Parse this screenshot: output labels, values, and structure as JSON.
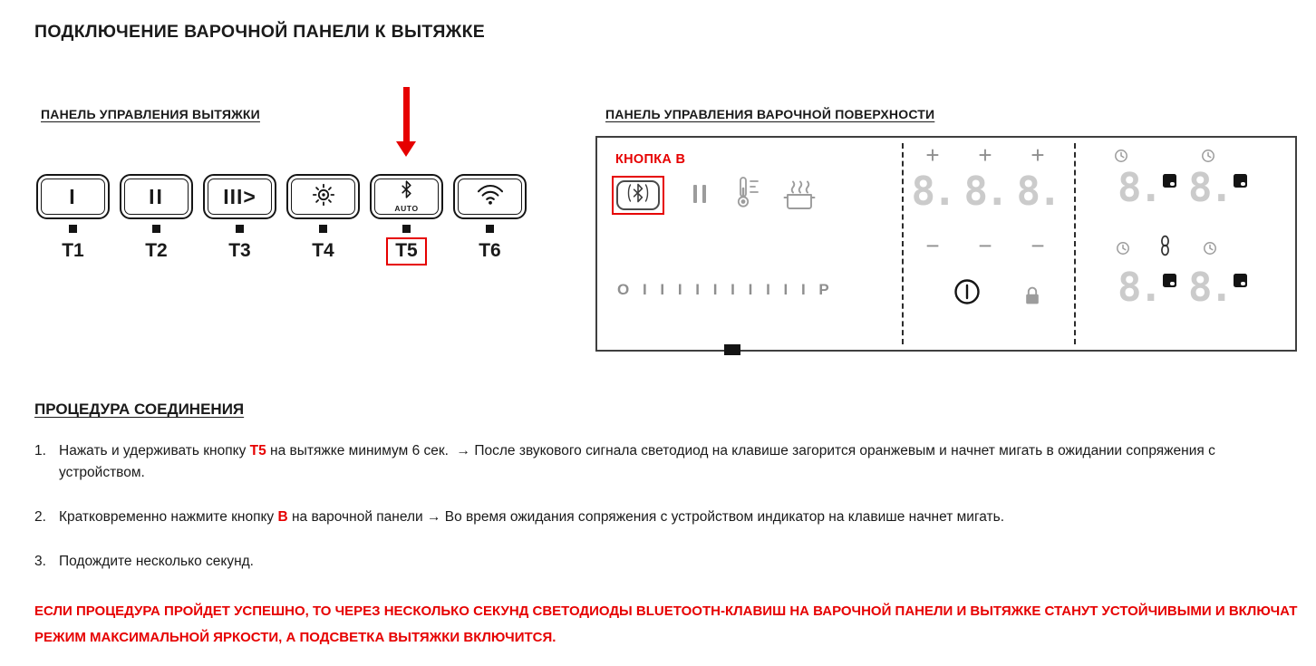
{
  "page": {
    "title": "ПОДКЛЮЧЕНИЕ ВАРОЧНОЙ ПАНЕЛИ К ВЫТЯЖКЕ"
  },
  "hood": {
    "heading": "ПАНЕЛЬ УПРАВЛЕНИЯ ВЫТЯЖКИ",
    "buttons": [
      {
        "label": "T1",
        "glyph": "I",
        "icon": "speed-1"
      },
      {
        "label": "T2",
        "glyph": "II",
        "icon": "speed-2"
      },
      {
        "label": "T3",
        "glyph": "III>",
        "icon": "speed-3-intensive"
      },
      {
        "label": "T4",
        "glyph": "",
        "icon": "light"
      },
      {
        "label": "T5",
        "glyph": "",
        "sub": "AUTO",
        "icon": "bluetooth-auto",
        "highlighted": true
      },
      {
        "label": "T6",
        "glyph": "",
        "icon": "wifi"
      }
    ]
  },
  "hob": {
    "heading": "ПАНЕЛЬ УПРАВЛЕНИЯ ВАРОЧНОЙ ПОВЕРХНОСТИ",
    "button_b_label": "КНОПКА B",
    "plus_sign": "+",
    "minus_sign": "−",
    "digit": "8.",
    "slider": "O I I I I I I I I I I P"
  },
  "procedure": {
    "heading": "ПРОЦЕДУРА СОЕДИНЕНИЯ",
    "steps": [
      {
        "num": "1.",
        "pre": "Нажать и удерживать кнопку ",
        "key": "T5",
        "post": " на вытяжке минимум 6 сек.  → После звукового сигнала светодиод на клавише загорится оранжевым и начнет мигать в ожидании сопряжения с устройством."
      },
      {
        "num": "2.",
        "pre": "Кратковременно нажмите кнопку ",
        "key": "B",
        "post": " на варочной панели → Во время ожидания сопряжения с устройством индикатор на клавише начнет мигать."
      },
      {
        "num": "3.",
        "pre": "Подождите несколько секунд.",
        "key": "",
        "post": ""
      }
    ],
    "note_line1": "ЕСЛИ ПРОЦЕДУРА ПРОЙДЕТ УСПЕШНО, ТО ЧЕРЕЗ НЕСКОЛЬКО СЕКУНД СВЕТОДИОДЫ BLUETOOTH-КЛАВИШ НА ВАРОЧНОЙ ПАНЕЛИ И ВЫТЯЖКЕ СТАНУТ УСТОЙЧИВЫМИ И ВКЛЮЧАТ",
    "note_line2": "РЕЖИМ МАКСИМАЛЬНОЙ ЯРКОСТИ, А ПОДСВЕТКА ВЫТЯЖКИ ВКЛЮЧИТСЯ."
  },
  "colors": {
    "red": "#e60000",
    "digitgrey": "#cbcbcb",
    "icongrey": "#9c9c9c"
  }
}
